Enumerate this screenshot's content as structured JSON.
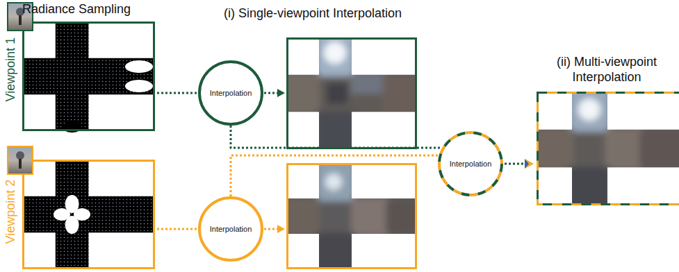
{
  "diagram": {
    "nodes": [
      {
        "text": [
          "Interpolation"
        ]
      },
      {
        "text": [
          "Interpolation"
        ]
      },
      {
        "text": [
          "Interpolation"
        ]
      }
    ],
    "edges": [
      {
        "from": 0,
        "to": 2,
        "arrow": "none"
      },
      {
        "from": 1,
        "to": 2,
        "arrow": "none"
      }
    ],
    "labels": [
      "Radiance Sampling",
      "(i) Single-viewpoint Interpolation",
      "(ii) Multi-viewpoint Interpolation",
      "Viewpoint 1",
      "Viewpoint 2"
    ]
  }
}
